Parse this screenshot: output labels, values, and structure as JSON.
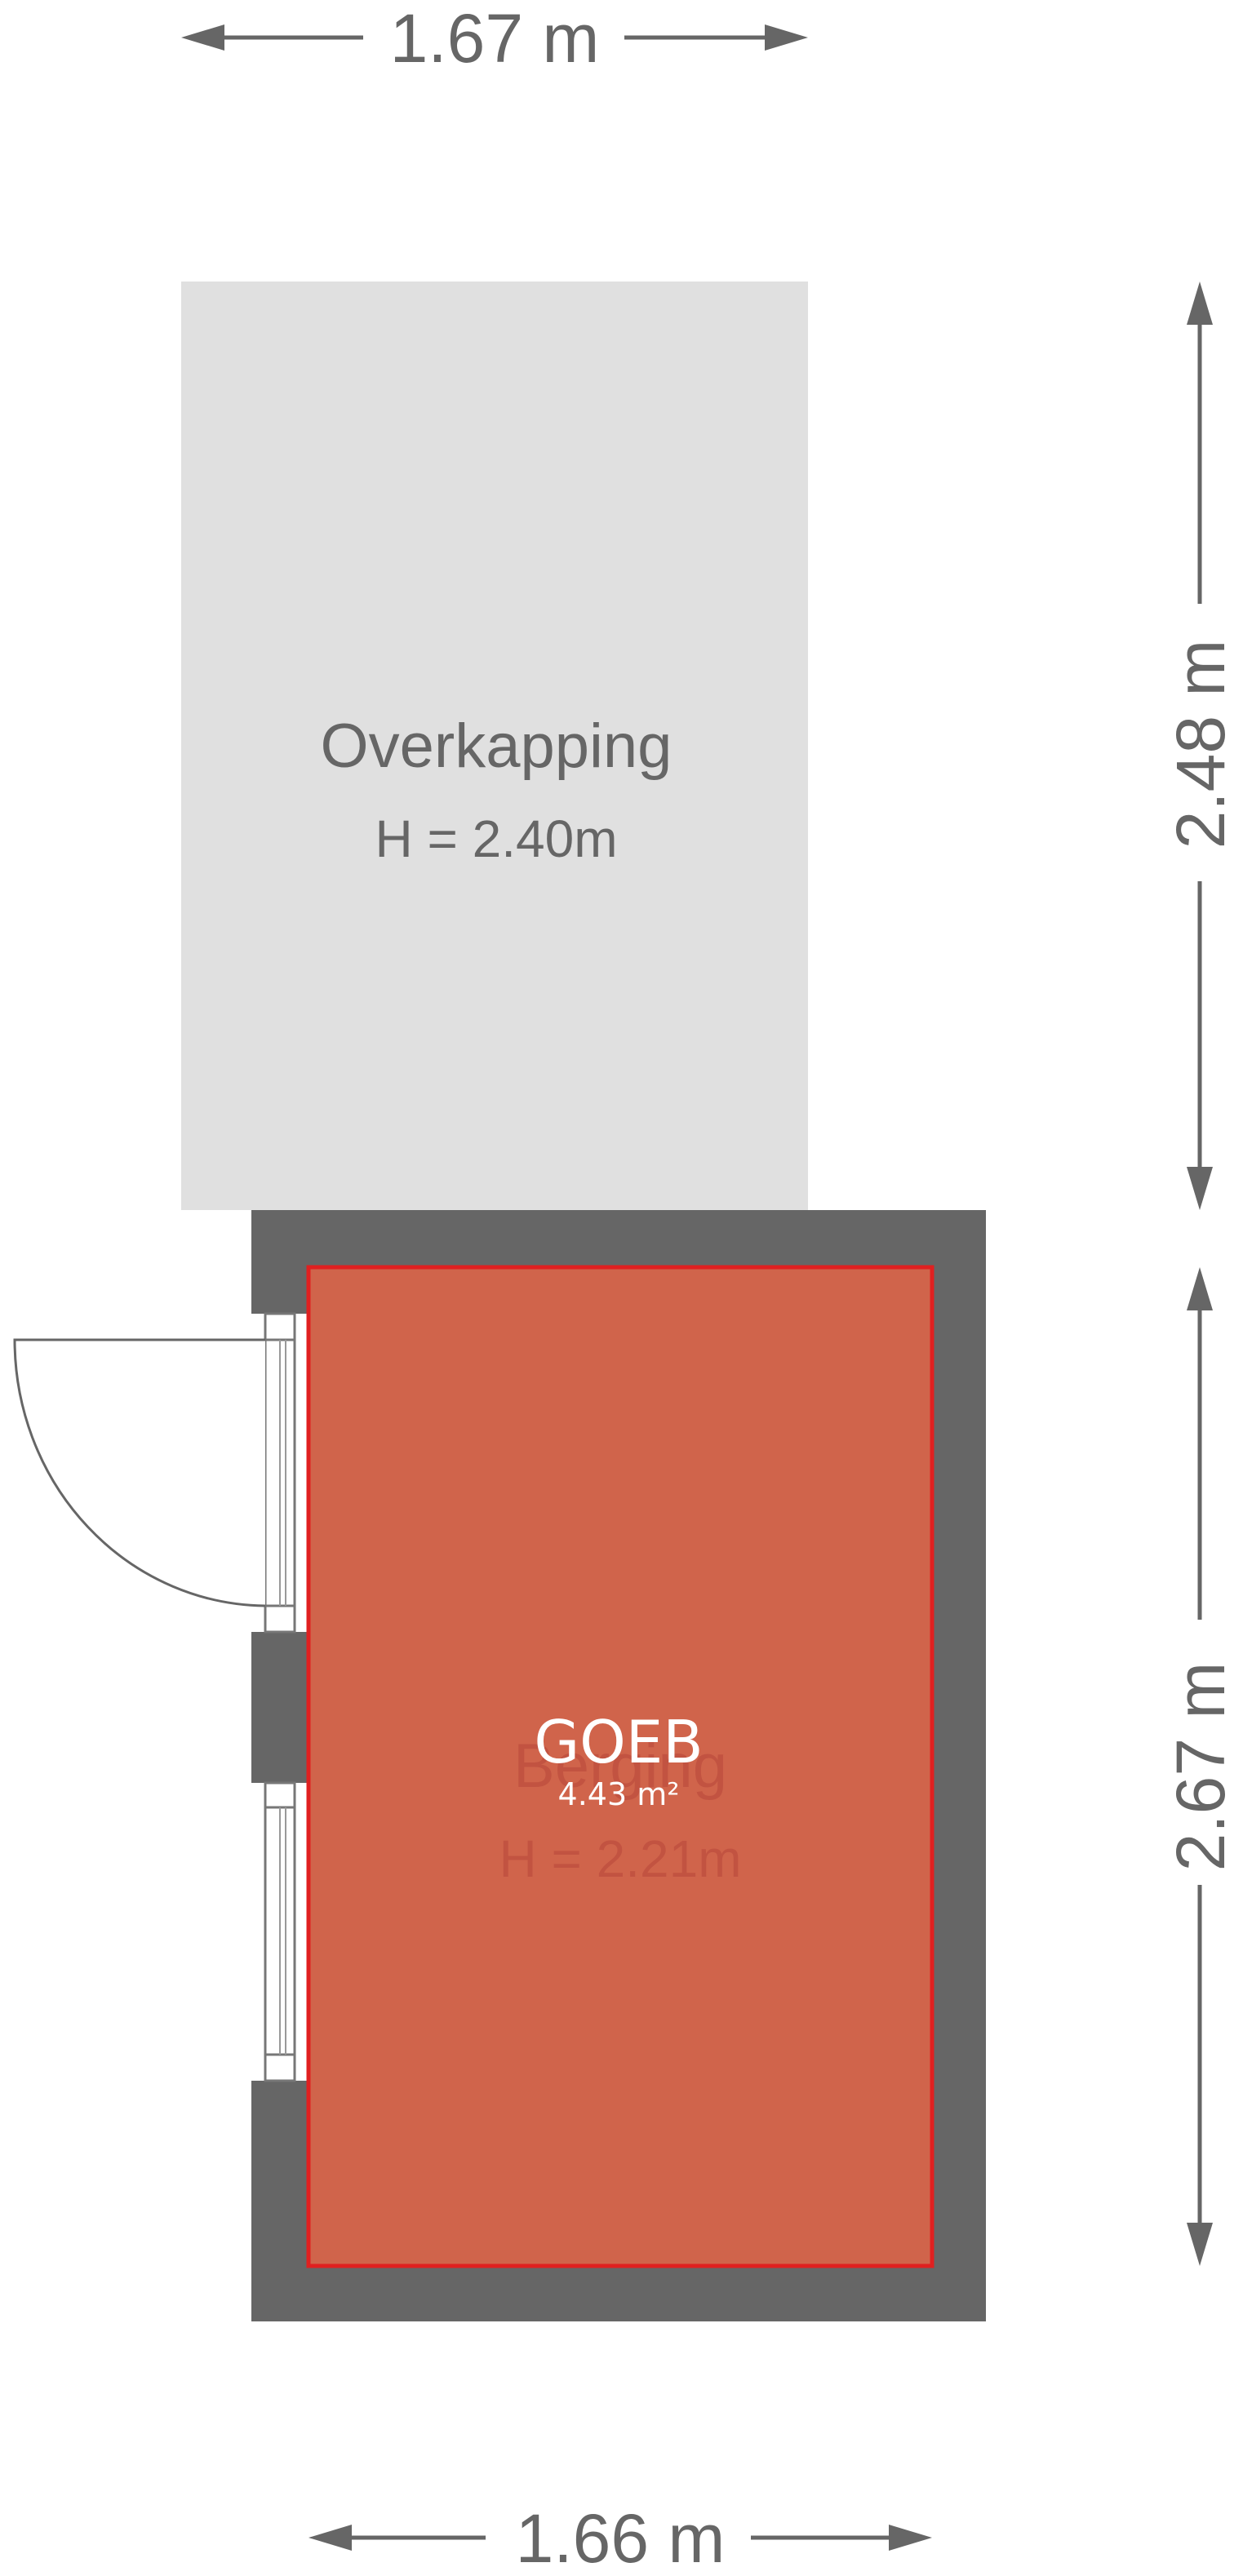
{
  "dimensions": {
    "top_width": "1.67 m",
    "bottom_width": "1.66 m",
    "right_upper_height": "2.48 m",
    "right_lower_height": "2.67 m"
  },
  "rooms": {
    "overkapping": {
      "name": "Overkapping",
      "height": "H = 2.40m"
    },
    "berging": {
      "name": "Berging",
      "height": "H = 2.21m"
    }
  },
  "highlight": {
    "title": "GOEB",
    "area": "4.43 m²"
  },
  "colors": {
    "dimension": "#666666",
    "overkapping_fill": "#e0e0e0",
    "wall": "#666666",
    "highlight_fill": "#d0644b",
    "highlight_border": "#e02020"
  }
}
